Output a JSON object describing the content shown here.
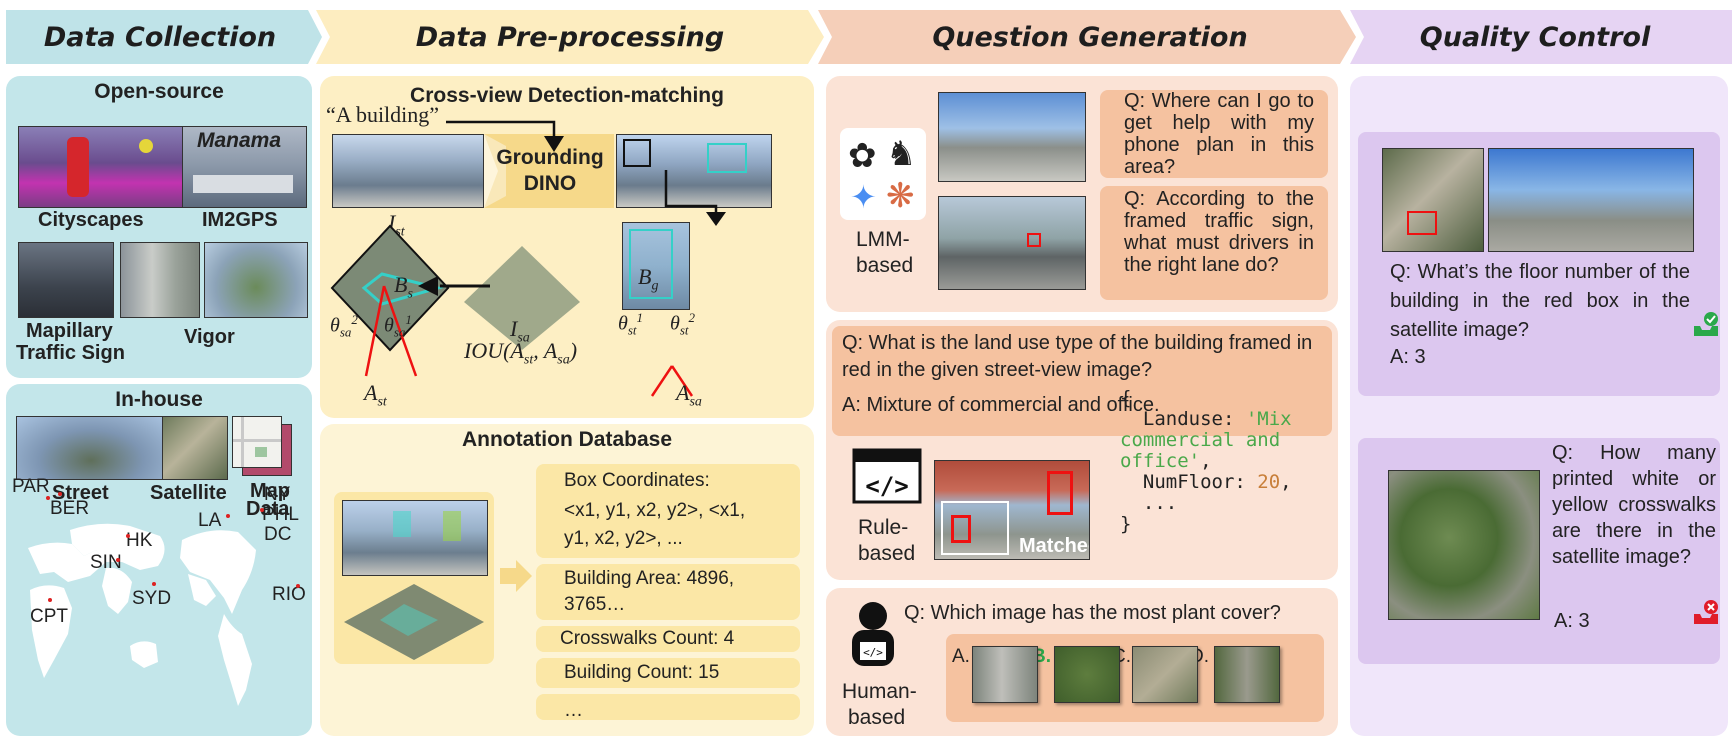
{
  "stages": [
    {
      "label": "Data Collection"
    },
    {
      "label": "Data Pre-processing"
    },
    {
      "label": "Question Generation"
    },
    {
      "label": "Quality Control"
    }
  ],
  "collection": {
    "open_source_title": "Open-source",
    "cityscapes": "Cityscapes",
    "im2gps": "IM2GPS",
    "manama": "Manama",
    "mapillary": "Mapillary",
    "traffic_sign": "Traffic Sign",
    "vigor": "Vigor",
    "in_house_title": "In-house",
    "street": "Street",
    "satellite": "Satellite",
    "map": "Map",
    "data": "Data",
    "cities": [
      "PAR",
      "BER",
      "HK",
      "SIN",
      "CPT",
      "SYD",
      "LA",
      "NY",
      "PHL",
      "DC",
      "RIO"
    ]
  },
  "preprocessing": {
    "cross_view_title": "Cross-view Detection-matching",
    "a_building": "“A building”",
    "grounding": "Grounding",
    "dino": "DINO",
    "i_st": "I",
    "i_st_sub": "st",
    "i_sa": "I",
    "i_sa_sub": "sa",
    "b": "B",
    "b_s_sub": "s",
    "b_g_sub": "g",
    "theta": "θ",
    "a": "A",
    "sa": "sa",
    "st": "st",
    "sup1": "1",
    "sup2": "2",
    "iou": "IOU(A",
    "iou_mid": ", A",
    "iou_end": ")",
    "annotation_title": "Annotation Database",
    "anno_items": [
      "Box Coordinates:",
      "<x1, y1, x2, y2>, <x1,",
      "y1, x2, y2>, ...",
      "Building Area: 4896,",
      "3765…",
      "Crosswalks Count: 4",
      "Building Count: 15",
      "…"
    ]
  },
  "question_gen": {
    "lmm_q1": "Q: Where can I go to get help with my phone plan in this area?",
    "lmm_q2": "Q: According to the framed traffic sign, what must drivers in the right lane do?",
    "lmm_label1": "LMM-",
    "lmm_label2": "based",
    "rule_q": "Q: What is the land use type of the building framed in red in the given street-view image?",
    "rule_a": "A: Mixture of commercial and office.",
    "matched": "Matched",
    "rule_label1": "Rule-",
    "rule_label2": "based",
    "code_open": "{",
    "code_landuse_key": "Landuse: ",
    "code_landuse_val1": "'Mix",
    "code_landuse_val2": "commercial and",
    "code_landuse_val3": "office'",
    "code_comma": ",",
    "code_numfloor_key": "NumFloor: ",
    "code_numfloor_val": "20",
    "code_ellipsis": "...",
    "code_close": "}",
    "human_q": "Q: Which image has  the most plant cover?",
    "human_opts": [
      "A.",
      "B.",
      "C.",
      "D."
    ],
    "human_label1": "Human-",
    "human_label2": "based"
  },
  "quality": {
    "q1": "Q: What’s the floor number of the building in the red box in the satellite image?",
    "a1": "A: 3",
    "q2": "Q: How many printed white or yellow crosswalks are there in the satellite image?",
    "a2": "A: 3"
  },
  "colors": {
    "collection": "#c3e6ea",
    "preprocessing": "#fdefc4",
    "question": "#f6d2bf",
    "quality": "#e5d5f3",
    "accent_green": "#2aa84a",
    "accent_red": "#e01c2a"
  }
}
